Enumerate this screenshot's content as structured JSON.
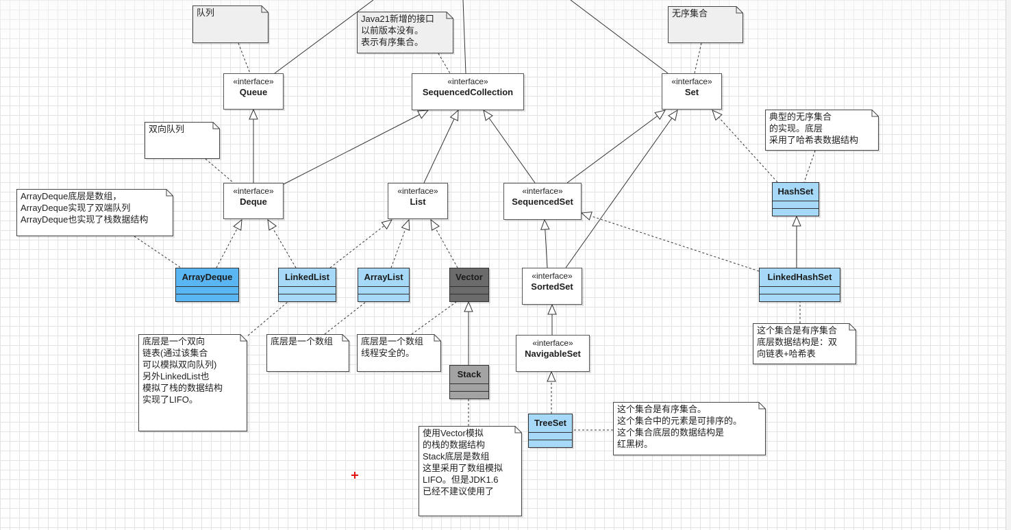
{
  "colors": {
    "connector": "#333333",
    "cursor": "#e01010"
  },
  "interfaces": {
    "queue": {
      "stereotype": "«interface»",
      "name": "Queue"
    },
    "sequenced_collection": {
      "stereotype": "«interface»",
      "name": "SequencedCollection"
    },
    "set": {
      "stereotype": "«interface»",
      "name": "Set"
    },
    "deque": {
      "stereotype": "«interface»",
      "name": "Deque"
    },
    "list": {
      "stereotype": "«interface»",
      "name": "List"
    },
    "sequenced_set": {
      "stereotype": "«interface»",
      "name": "SequencedSet"
    },
    "sorted_set": {
      "stereotype": "«interface»",
      "name": "SortedSet"
    },
    "navigable_set": {
      "stereotype": "«interface»",
      "name": "NavigableSet"
    }
  },
  "classes": {
    "array_deque": {
      "name": "ArrayDeque",
      "fill": "#5ab6f2"
    },
    "linked_list": {
      "name": "LinkedList",
      "fill": "#a6d9f7"
    },
    "array_list": {
      "name": "ArrayList",
      "fill": "#a6d9f7"
    },
    "vector": {
      "name": "Vector",
      "fill": "#6b6b6b"
    },
    "stack": {
      "name": "Stack",
      "fill": "#a3a3a3"
    },
    "hash_set": {
      "name": "HashSet",
      "fill": "#a6d9f7"
    },
    "linked_hash_set": {
      "name": "LinkedHashSet",
      "fill": "#a6d9f7"
    },
    "tree_set": {
      "name": "TreeSet",
      "fill": "#a6d9f7"
    }
  },
  "notes": {
    "queue": {
      "lines": [
        "队列"
      ]
    },
    "sequenced_collection": {
      "lines": [
        "Java21新增的接口",
        "以前版本没有。",
        "表示有序集合。"
      ]
    },
    "set": {
      "lines": [
        "无序集合"
      ]
    },
    "deque": {
      "lines": [
        "双向队列"
      ]
    },
    "array_deque": {
      "lines": [
        "ArrayDeque底层是数组，",
        "ArrayDeque实现了双端队列",
        "ArrayDeque也实现了栈数据结构"
      ]
    },
    "hash_set": {
      "lines": [
        "典型的无序集合",
        "的实现。底层",
        "采用了哈希表数据结构"
      ]
    },
    "linked_list": {
      "lines": [
        "底层是一个双向",
        "链表(通过该集合",
        "可以模拟双向队列)",
        "另外LinkedList也",
        "模拟了栈的数据结构",
        "实现了LIFO。"
      ]
    },
    "array_list": {
      "lines": [
        "底层是一个数组"
      ]
    },
    "vector": {
      "lines": [
        "底层是一个数组",
        "线程安全的。"
      ]
    },
    "stack": {
      "lines": [
        "使用Vector模拟",
        "的栈的数据结构",
        "Stack底层是数组",
        "这里采用了数组模拟",
        "LIFO。但是JDK1.6",
        "已经不建议使用了"
      ]
    },
    "tree_set": {
      "lines": [
        "这个集合是有序集合。",
        "这个集合中的元素是可排序的。",
        "这个集合底层的数据结构是",
        "红黑树。"
      ]
    },
    "linked_hash_set": {
      "lines": [
        "这个集合是有序集合",
        "底层数据结构是：双",
        "向链表+哈希表"
      ]
    }
  }
}
